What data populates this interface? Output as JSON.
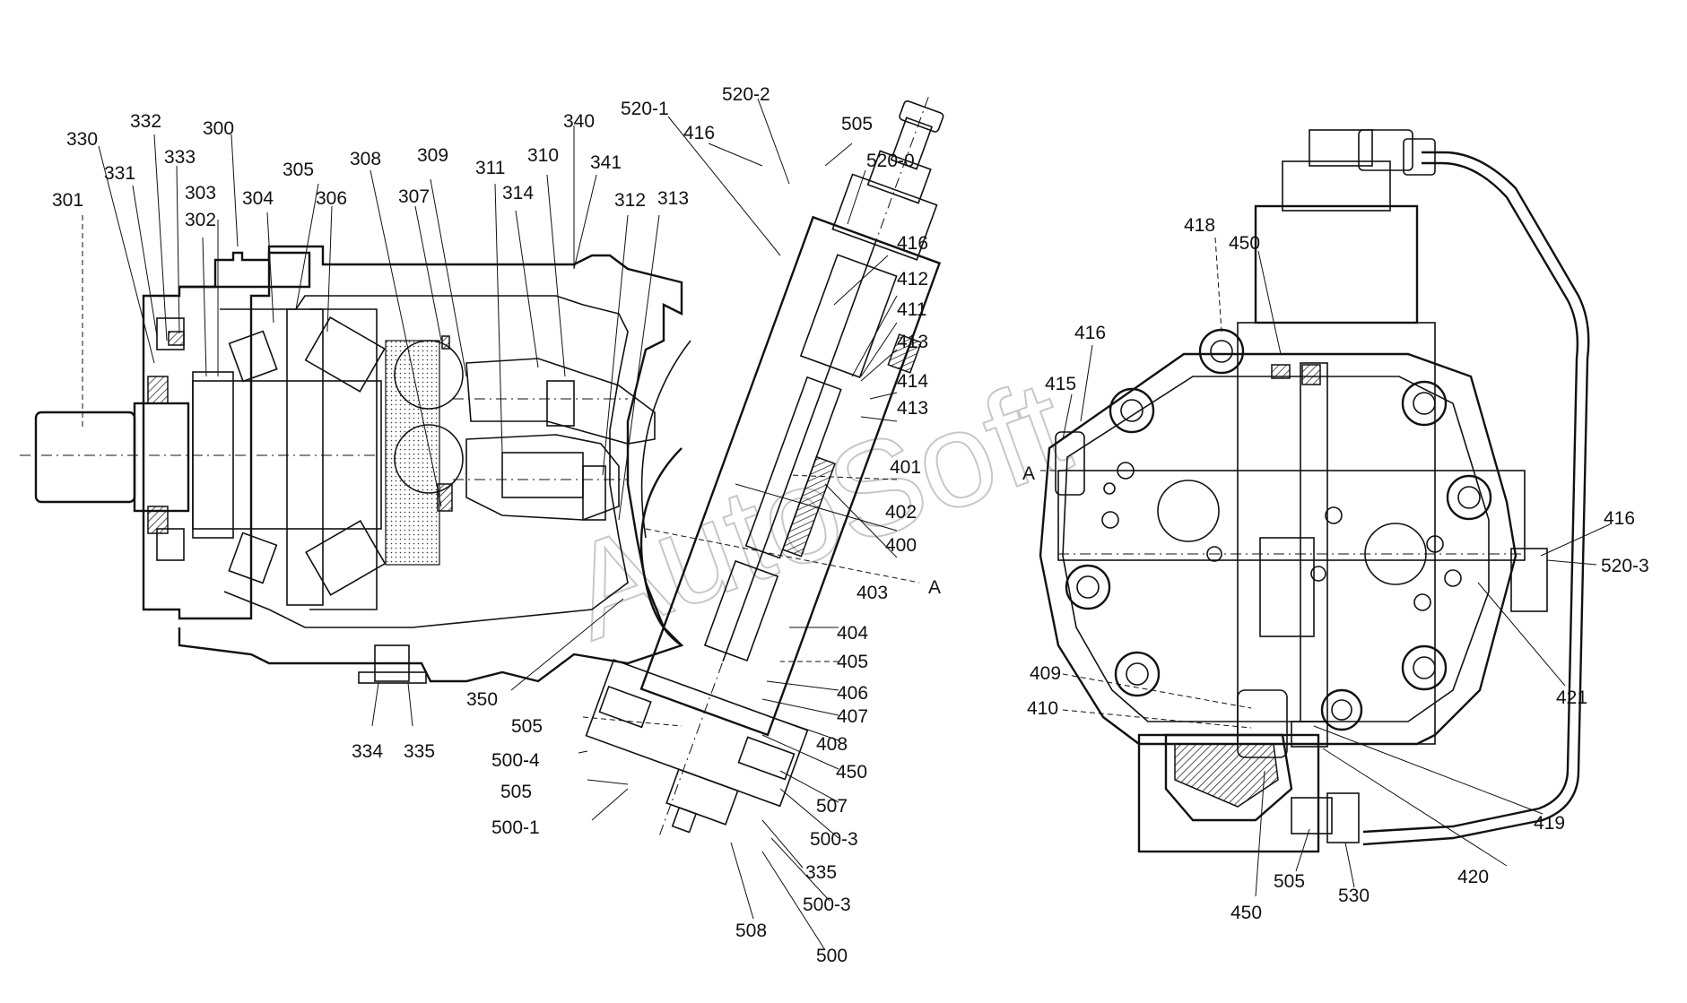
{
  "watermark": "AutoSoft",
  "section_markers": {
    "left": "A",
    "right": "A"
  },
  "callouts": {
    "c301": "301",
    "c330": "330",
    "c331": "331",
    "c332": "332",
    "c333": "333",
    "c300": "300",
    "c303": "303",
    "c302": "302",
    "c304": "304",
    "c305": "305",
    "c306": "306",
    "c308": "308",
    "c307": "307",
    "c309": "309",
    "c311": "311",
    "c314": "314",
    "c310": "310",
    "c340": "340",
    "c341": "341",
    "c312": "312",
    "c313": "313",
    "c520_1": "520-1",
    "c520_2": "520-2",
    "c416a": "416",
    "c505a": "505",
    "c520_0": "520-0",
    "c416b": "416",
    "c412": "412",
    "c411": "411",
    "c413a": "413",
    "c414": "414",
    "c413b": "413",
    "c401": "401",
    "c402": "402",
    "c400": "400",
    "c403": "403",
    "c404": "404",
    "c405": "405",
    "c406": "406",
    "c407": "407",
    "c408": "408",
    "c450a": "450",
    "c507": "507",
    "c500_3a": "500-3",
    "c335a": "335",
    "c500_3b": "500-3",
    "c500": "500",
    "c508": "508",
    "c500_1": "500-1",
    "c505b": "505",
    "c500_4": "500-4",
    "c505c": "505",
    "c350": "350",
    "c334": "334",
    "c335b": "335",
    "c418": "418",
    "c450b": "450",
    "c416c": "416",
    "c415": "415",
    "c416d": "416",
    "c520_3": "520-3",
    "c421": "421",
    "c409": "409",
    "c410": "410",
    "c419": "419",
    "c420": "420",
    "c505d": "505",
    "c530": "530",
    "c450c": "450"
  }
}
